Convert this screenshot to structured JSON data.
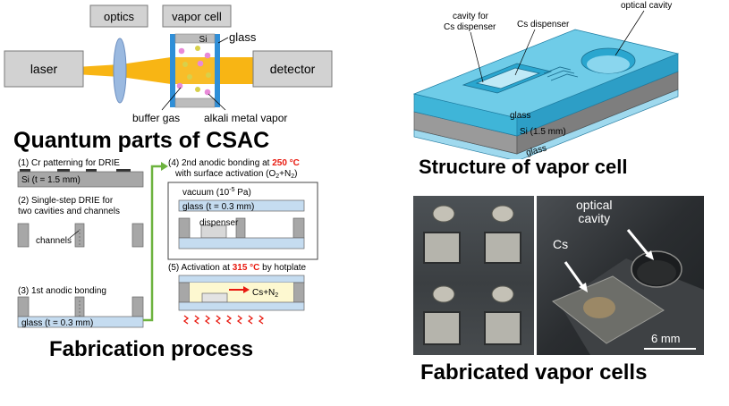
{
  "csac": {
    "optics": "optics",
    "vapor_cell": "vapor cell",
    "si": "Si",
    "glass": "glass",
    "laser": "laser",
    "detector": "detector",
    "buffer_gas": "buffer gas",
    "alkali_vapor": "alkali metal vapor",
    "title": "Quantum parts of CSAC"
  },
  "fabrication": {
    "step1": "(1) Cr patterning for DRIE",
    "si_label": "Si (t = 1.5 mm)",
    "step2_line1": "(2) Single-step DRIE for",
    "step2_line2": "two cavities and channels",
    "channels": "channels",
    "step3": "(3) 1st anodic bonding",
    "glass_label": "glass (t = 0.3 mm)",
    "step4_pre": "(4) 2nd anodic bonding at ",
    "step4_temp": "250 °C",
    "step4_line2": "with surface activation (O",
    "step4_line2_sub": "2",
    "step4_line2_mid": "+N",
    "step4_line2_end": ")",
    "vacuum_label": "vacuum (10",
    "vacuum_exp": "-5",
    "vacuum_unit": " Pa)",
    "glass_top_label": "glass (t = 0.3 mm)",
    "dispenser": "dispenser",
    "step5_pre": "(5) Activation at ",
    "step5_temp": "315 °C",
    "step5_post": " by hotplate",
    "cs_n2": "Cs+N",
    "cs_n2_sub": "2",
    "title": "Fabrication process"
  },
  "structure": {
    "cavity_for_line1": "cavity for",
    "cavity_for_line2": "Cs dispenser",
    "cs_dispenser": "Cs dispenser",
    "optical_cavity": "optical cavity",
    "glass_top": "glass",
    "si": "Si (1.5 mm)",
    "glass_bottom": "glass",
    "title": "Structure of vapor cell"
  },
  "photos": {
    "optical_line1": "optical",
    "optical_line2": "cavity",
    "cs": "Cs",
    "scale": "6 mm",
    "title": "Fabricated vapor cells"
  },
  "colors": {
    "accent_red": "#e8190f",
    "arrow_green": "#6db33f",
    "laser_yellow": "#f8b514",
    "glass_blue": "#c5dcf0",
    "cell_teal": "#37b7dc"
  }
}
